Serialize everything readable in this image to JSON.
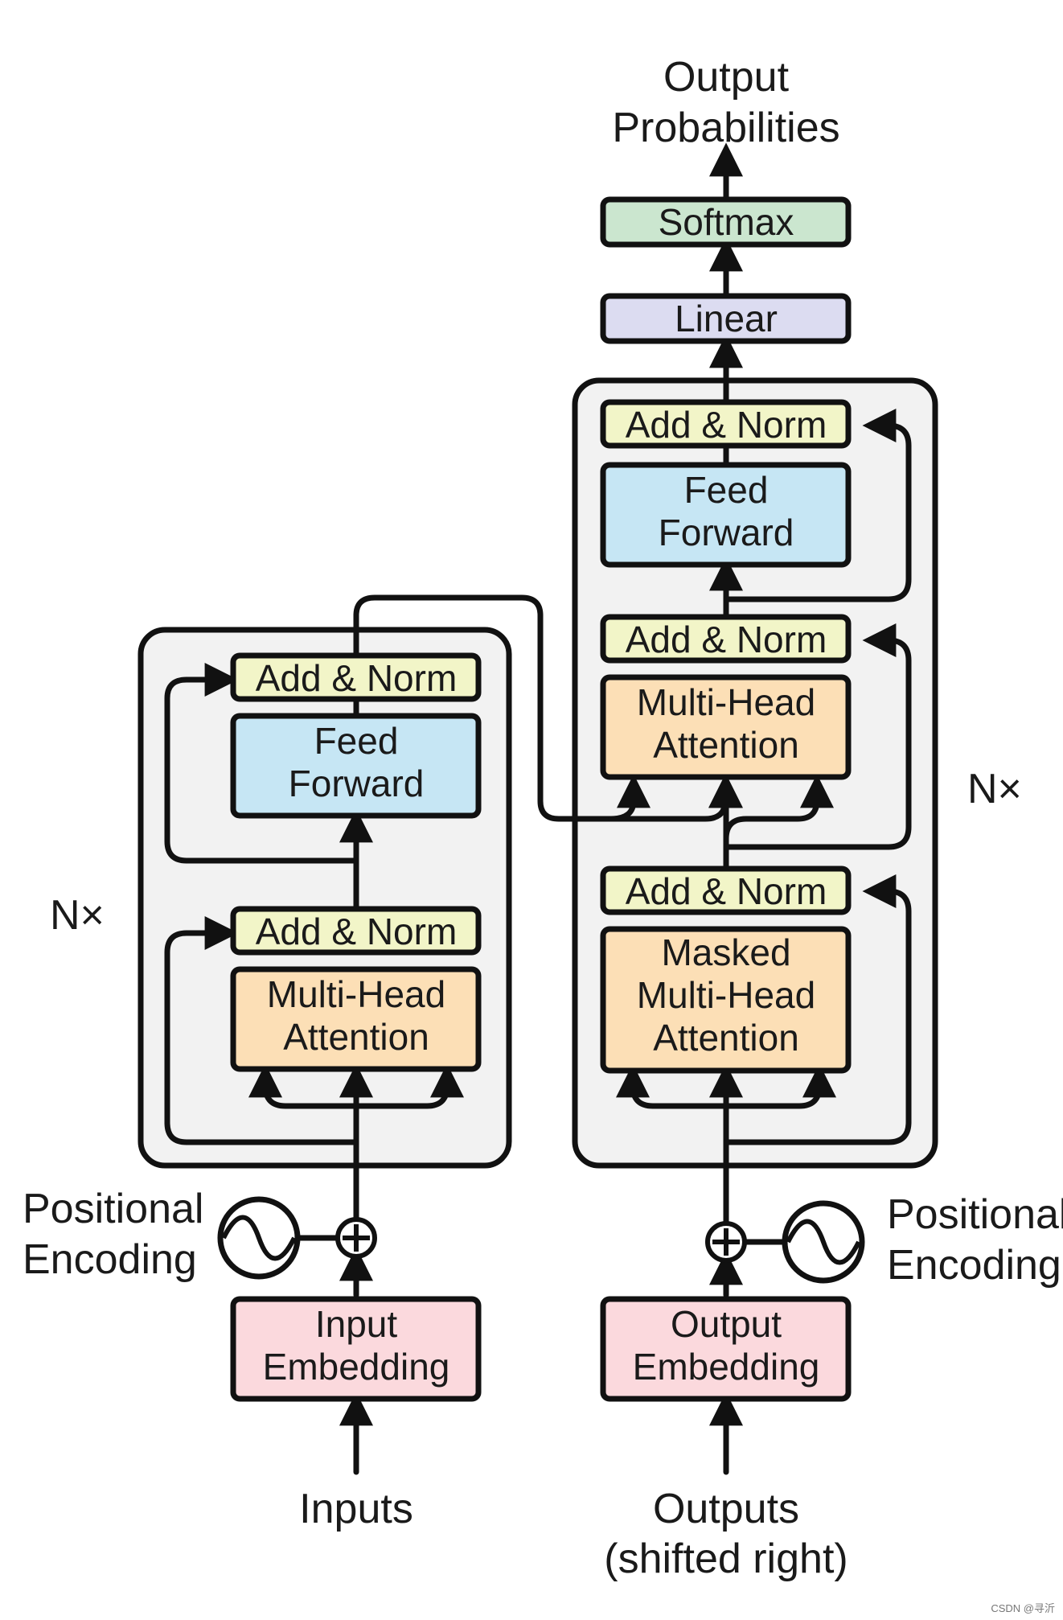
{
  "colors": {
    "add_norm": "#f2f5c8",
    "feed_forward": "#c6e6f4",
    "attention": "#fcdfb6",
    "embedding": "#fbd9dd",
    "linear": "#dcdcf1",
    "softmax": "#cbe6cf",
    "stack_bg": "#f2f2f2",
    "stroke": "#111111"
  },
  "top": {
    "output_line1": "Output",
    "output_line2": "Probabilities",
    "softmax": "Softmax",
    "linear": "Linear"
  },
  "encoder": {
    "add_norm_top": "Add & Norm",
    "feed_forward_line1": "Feed",
    "feed_forward_line2": "Forward",
    "add_norm_bottom": "Add & Norm",
    "attention_line1": "Multi-Head",
    "attention_line2": "Attention",
    "repeat": "N×",
    "positional_line1": "Positional",
    "positional_line2": "Encoding",
    "embedding_line1": "Input",
    "embedding_line2": "Embedding",
    "input_label": "Inputs"
  },
  "decoder": {
    "add_norm_top": "Add & Norm",
    "feed_forward_line1": "Feed",
    "feed_forward_line2": "Forward",
    "add_norm_mid": "Add & Norm",
    "attention_line1": "Multi-Head",
    "attention_line2": "Attention",
    "add_norm_bottom": "Add & Norm",
    "masked_line1": "Masked",
    "masked_line2": "Multi-Head",
    "masked_line3": "Attention",
    "repeat": "N×",
    "positional_line1": "Positional",
    "positional_line2": "Encoding",
    "embedding_line1": "Output",
    "embedding_line2": "Embedding",
    "output_line1": "Outputs",
    "output_line2": "(shifted right)"
  },
  "watermark": "CSDN @寻沂"
}
